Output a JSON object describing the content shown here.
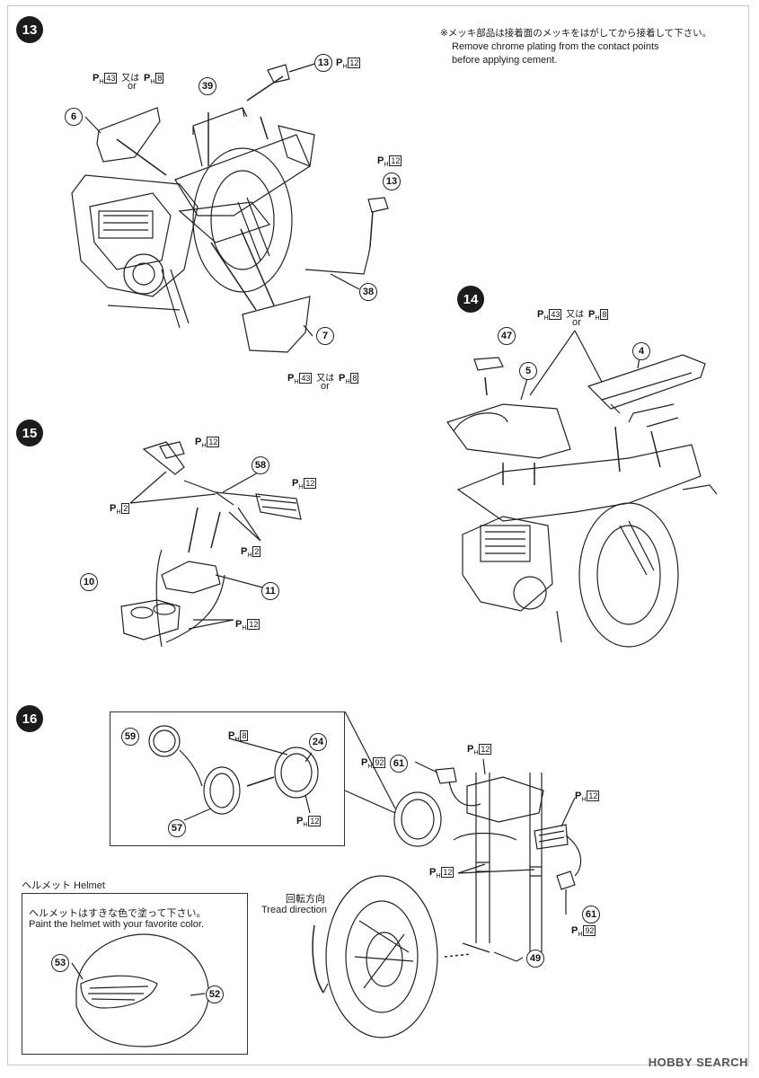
{
  "steps": {
    "s13": "13",
    "s14": "14",
    "s15": "15",
    "s16": "16"
  },
  "chrome_note": {
    "jp": "※メッキ部品は接着面のメッキをはがしてから接着して下さい。",
    "en1": "Remove chrome plating from the contact points",
    "en2": "before applying cement."
  },
  "paint": {
    "ph": "P",
    "h": "H",
    "c43": "43",
    "c8": "8",
    "c12": "12",
    "c2": "2",
    "c92": "92",
    "alt_jp": "又は",
    "alt_en": "or"
  },
  "parts": {
    "p13": "13",
    "p39": "39",
    "p6": "6",
    "p38": "38",
    "p7": "7",
    "p47": "47",
    "p5": "5",
    "p4": "4",
    "p58": "58",
    "p10": "10",
    "p11": "11",
    "p59": "59",
    "p24": "24",
    "p57": "57",
    "p61": "61",
    "p49": "49",
    "p53": "53",
    "p52": "52"
  },
  "helmet": {
    "title": "ヘルメット Helmet",
    "jp": "ヘルメットはすきな色で塗って下さい。",
    "en": "Paint the helmet with your favorite color."
  },
  "tread": {
    "jp": "回転方向",
    "en": "Tread direction"
  },
  "watermark": "HOBBY SEARCH"
}
